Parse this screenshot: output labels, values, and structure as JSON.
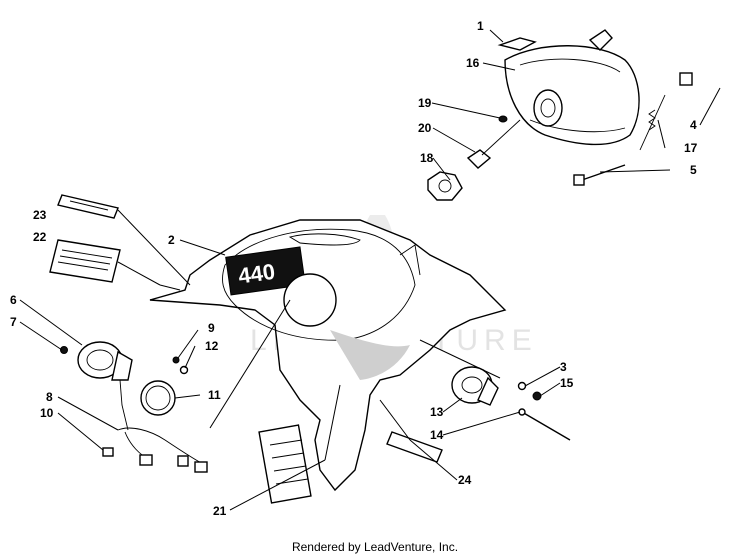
{
  "watermark": "LEADVENTURE",
  "footer": "Rendered by LeadVenture, Inc.",
  "hood_badge": "440",
  "callouts": [
    "1",
    "2",
    "3",
    "4",
    "5",
    "6",
    "7",
    "8",
    "9",
    "10",
    "11",
    "12",
    "13",
    "14",
    "15",
    "16",
    "17",
    "18",
    "19",
    "20",
    "21",
    "22",
    "23",
    "24"
  ]
}
